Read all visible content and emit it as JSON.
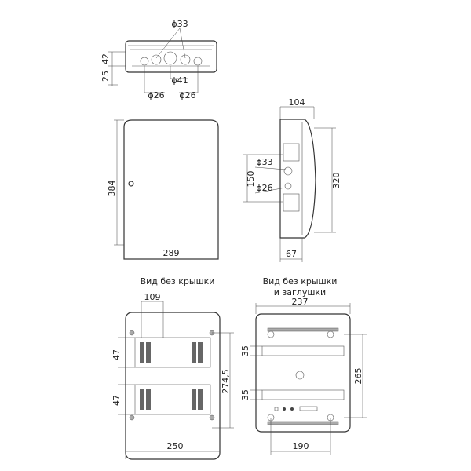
{
  "top_view": {
    "d33": "ϕ33",
    "d41": "ϕ41",
    "d26_left": "ϕ26",
    "d26_right": "ϕ26",
    "h42": "42",
    "h25": "25"
  },
  "front_view": {
    "height": "384",
    "width": "289"
  },
  "side_view": {
    "depth": "104",
    "height": "320",
    "spacing": "150",
    "d33": "ϕ33",
    "d26": "ϕ26",
    "base_depth": "67"
  },
  "view_no_cover": {
    "title": "Вид без крышки",
    "w109": "109",
    "h47_top": "47",
    "h47_bottom": "47",
    "h274": "274,5",
    "w250": "250"
  },
  "view_no_cover_plug": {
    "title_line1": "Вид без крышки",
    "title_line2": "и заглушки",
    "w237": "237",
    "h35_top": "35",
    "h35_bottom": "35",
    "h265": "265",
    "w190": "190"
  }
}
